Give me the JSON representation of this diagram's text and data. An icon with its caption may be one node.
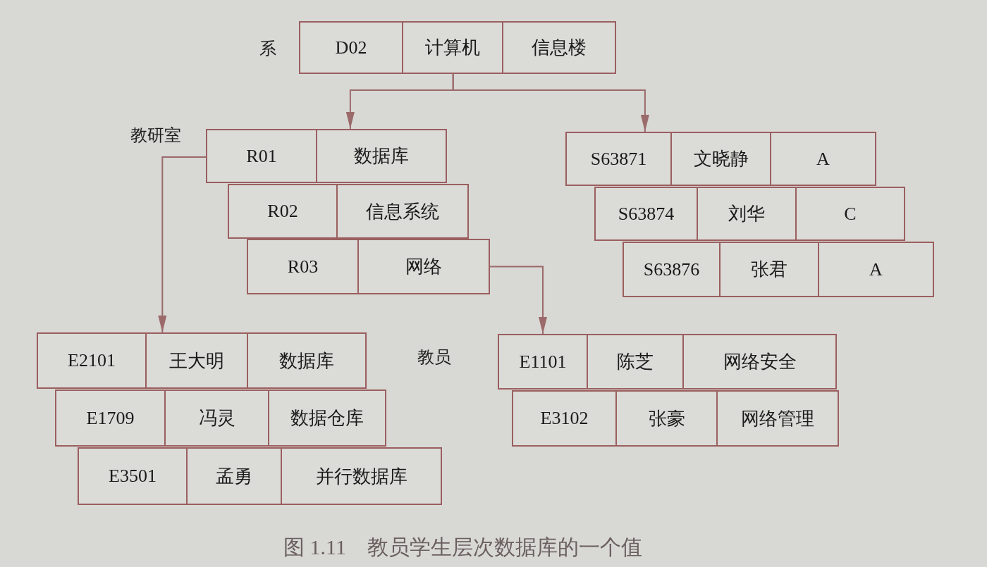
{
  "diagram": {
    "caption": "图 1.11　教员学生层次数据库的一个值",
    "nodes": [
      {
        "text": [
          "D02",
          "计算机",
          "信息楼"
        ],
        "beside": [
          "系"
        ]
      },
      {
        "text": [
          "R01",
          "数据库"
        ],
        "beside": [
          "教研室"
        ]
      },
      {
        "text": [
          "R02",
          "信息系统"
        ]
      },
      {
        "text": [
          "R03",
          "网络"
        ]
      },
      {
        "text": [
          "S63871",
          "文晓静",
          "A"
        ]
      },
      {
        "text": [
          "S63874",
          "刘华",
          "C"
        ]
      },
      {
        "text": [
          "S63876",
          "张君",
          "A"
        ]
      },
      {
        "text": [
          "E2101",
          "王大明",
          "数据库"
        ]
      },
      {
        "text": [
          "E1709",
          "冯灵",
          "数据仓库"
        ]
      },
      {
        "text": [
          "E3501",
          "孟勇",
          "并行数据库"
        ]
      },
      {
        "text": [
          "E1101",
          "陈芝",
          "网络安全"
        ]
      },
      {
        "text": [
          "E3102",
          "张豪",
          "网络管理"
        ]
      }
    ],
    "edges": [
      {
        "from": 0,
        "to": 1,
        "arrow": "to"
      },
      {
        "from": 0,
        "to": 4,
        "arrow": "to"
      },
      {
        "from": 1,
        "to": 7,
        "arrow": "to"
      },
      {
        "from": 3,
        "to": 10,
        "arrow": "to"
      }
    ],
    "labels": [
      "教员"
    ]
  }
}
